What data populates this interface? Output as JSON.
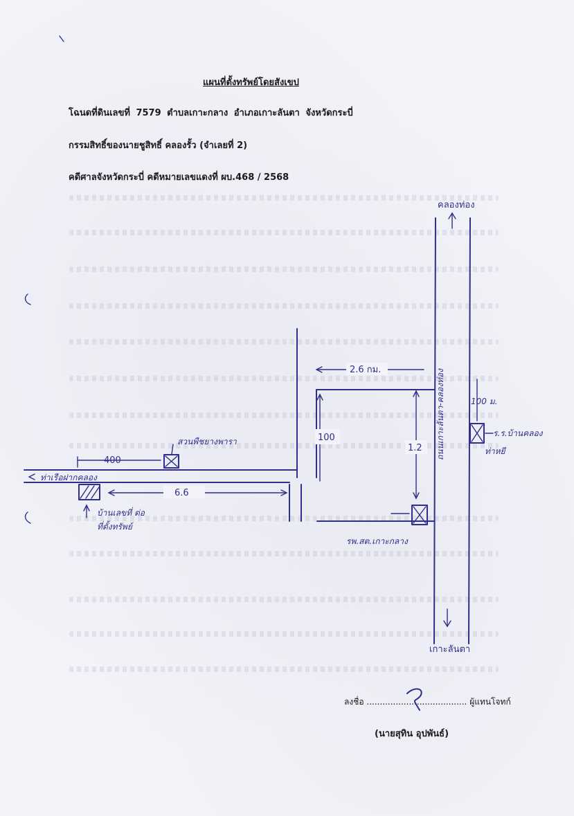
{
  "document": {
    "title": "แผนที่ตั้งทรัพย์โดยสังเขป",
    "deed_line": "โฉนดที่ดินเลขที่  7579   ตำบลเกาะกลาง  อำเภอเกาะลันตา  จังหวัดกระบี่",
    "owner_line": "กรรมสิทธิ์ของนายชูสิทธิ์  คลองรั้ว  (จำเลยที่ 2)",
    "case_line": "คดีศาลจังหวัดกระบี่ คดีหมายเลขแดงที่ ผบ.468 / 2568",
    "signature_label": "ลงชื่อ",
    "signature_dots": "......................................",
    "signature_role": "ผู้แทนโจทก์",
    "signer_name": "(นายสุทิน  อุปพันธ์)"
  },
  "sketch": {
    "label_top_right": "คลองท่อง",
    "label_bottom_right": "เกาะลันตา",
    "label_road_vertical": "ถนนเกาะลันตา-คลองท่อง",
    "label_bridge": "ท่าเรือฝากคลอง",
    "label_house": "สวนพืชยางพารา",
    "label_plot_left": "บ้านเลขที่ ต่อ",
    "label_plot_left2": "ที่ตั้งทรัพย์",
    "label_school": "รพ.สต.เกาะกลาง",
    "label_right_marker": "ร.ร.บ้านคลอง",
    "label_right_marker2": "ท่าหยี",
    "dim_400": "400",
    "dim_66": "6.6",
    "dim_26": "2.6 กม.",
    "dim_100": "100",
    "dim_12": "1.2",
    "dim_100x": "100 ม."
  },
  "colors": {
    "ink": "#2d2f8a",
    "print": "#1a1a1a",
    "paper": "#f3f3f9"
  }
}
